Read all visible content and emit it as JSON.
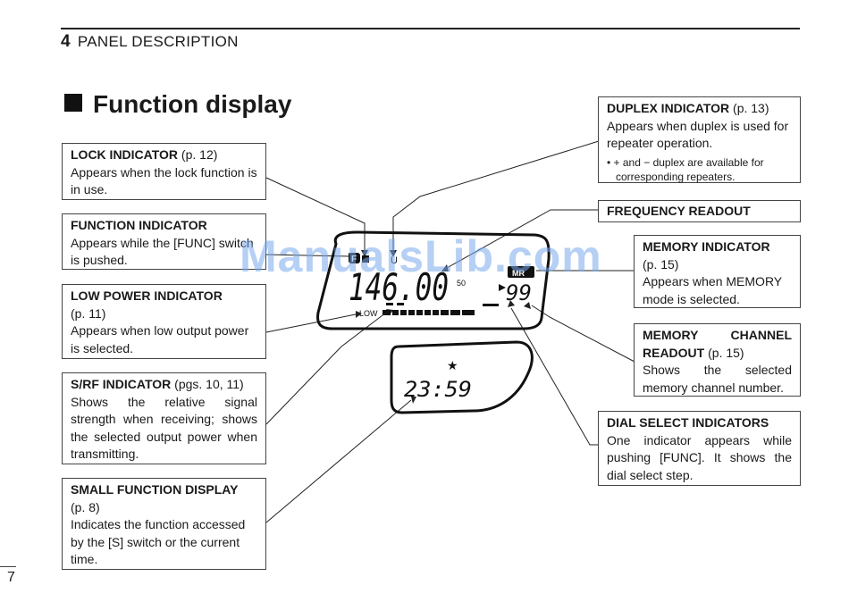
{
  "header": {
    "chapter_number": "4",
    "chapter_title": "PANEL DESCRIPTION"
  },
  "title": "Function display",
  "page_number": "7",
  "watermark": "ManualsLib.com",
  "callouts": {
    "lock": {
      "heading": "LOCK INDICATOR",
      "ref": " (p. 12)",
      "body": "Appears when the lock function is in use."
    },
    "function": {
      "heading": "FUNCTION INDICATOR",
      "ref": "",
      "body": "Appears while the [FUNC] switch is pushed."
    },
    "low_power": {
      "heading": "LOW POWER INDICATOR",
      "ref": "(p. 11)",
      "body": "Appears when low output power is selected."
    },
    "srf": {
      "heading": "S/RF INDICATOR",
      "ref": " (pgs. 10, 11)",
      "body": "Shows the relative signal strength when receiving; shows the selected output power when transmitting."
    },
    "small_function": {
      "heading": "SMALL FUNCTION DISPLAY",
      "ref": "(p. 8)",
      "body": "Indicates the function accessed by the [S] switch or the current time."
    },
    "duplex": {
      "heading": "DUPLEX INDICATOR",
      "ref": " (p. 13)",
      "body": "Appears when duplex is used for repeater operation.",
      "bullet": "• + and − duplex are available for corresponding repeaters."
    },
    "frequency": {
      "heading": "FREQUENCY READOUT"
    },
    "memory": {
      "heading": "MEMORY INDICATOR",
      "ref": "(p. 15)",
      "body": "Appears when MEMORY mode is selected."
    },
    "memory_channel": {
      "heading": "MEMORY CHANNEL READOUT",
      "ref": " (p. 15)",
      "body": "Shows the selected memory channel number."
    },
    "dial_select": {
      "heading": "DIAL SELECT INDICATORS",
      "ref": "",
      "body": "One indicator appears while pushing [FUNC]. It shows the dial select step."
    }
  },
  "lcd": {
    "lock_icon": "F",
    "duplex_sign": "U",
    "frequency": "146.00",
    "step": "50",
    "memory_badge": "MR",
    "channel": "99",
    "low_label": "LOW",
    "time": "23:59",
    "star": "★"
  }
}
